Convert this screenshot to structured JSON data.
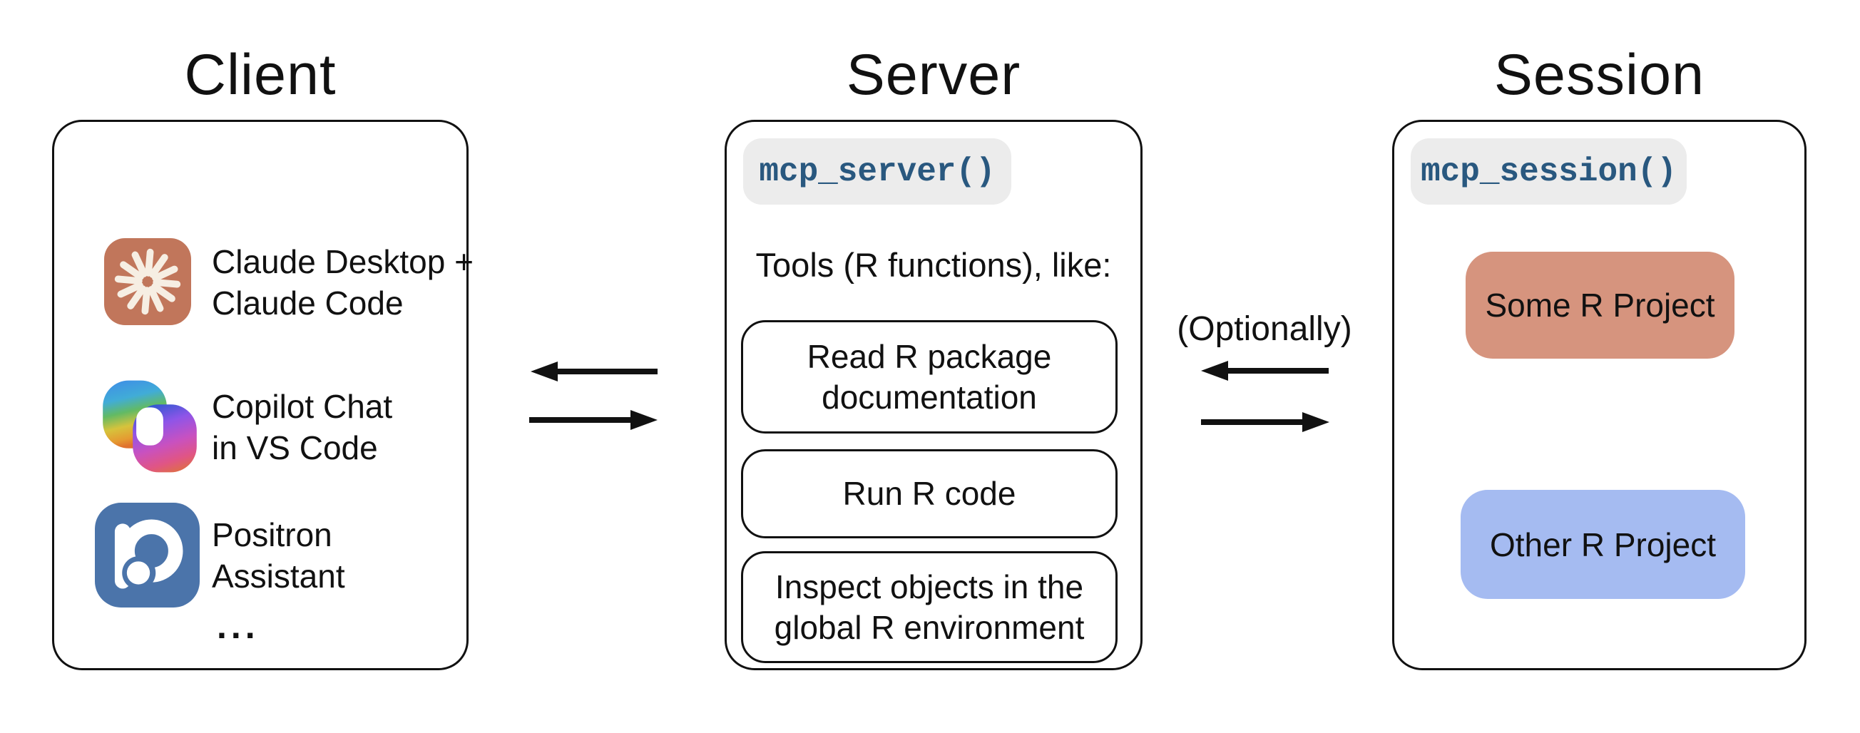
{
  "titles": {
    "client": "Client",
    "server": "Server",
    "session": "Session"
  },
  "client": {
    "items": [
      {
        "icon": "claude-icon",
        "lines": [
          "Claude Desktop +",
          "Claude Code"
        ]
      },
      {
        "icon": "copilot-icon",
        "lines": [
          "Copilot Chat",
          "in VS Code"
        ]
      },
      {
        "icon": "positron-icon",
        "lines": [
          "Positron",
          "Assistant"
        ]
      }
    ],
    "ellipsis": "..."
  },
  "server": {
    "code_label": "mcp_server()",
    "tools_intro": "Tools (R functions), like:",
    "tools": [
      {
        "lines": [
          "Read R package",
          "documentation"
        ]
      },
      {
        "lines": [
          "Run R code"
        ]
      },
      {
        "lines": [
          "Inspect objects in the",
          "global R environment"
        ]
      }
    ]
  },
  "session": {
    "code_label": "mcp_session()",
    "projects": [
      {
        "label": "Some R Project",
        "color": "#D6947E"
      },
      {
        "label": "Other R Project",
        "color": "#A5BBF1"
      }
    ]
  },
  "connections": {
    "optional_label": "(Optionally)"
  },
  "colors": {
    "outline": "#111111",
    "code_text": "#29587F",
    "code_background": "#ECECEC",
    "claude_icon_background": "#C1765B",
    "claude_icon_star": "#F6EEE3",
    "positron_icon_background": "#4B74AA",
    "some_project": "#D6947E",
    "other_project": "#A5BBF1"
  }
}
